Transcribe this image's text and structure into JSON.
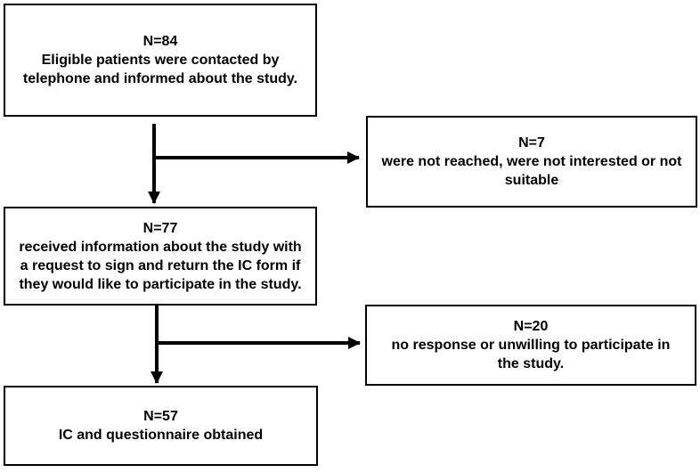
{
  "diagram": {
    "type": "flowchart",
    "colors": {
      "background": "#ffffff",
      "box_border": "#000000",
      "arrow": "#000000",
      "text": "#000000"
    },
    "nodes": {
      "contacted": {
        "n": "N=84",
        "text": "Eligible patients were contacted by\ntelephone and informed about the study."
      },
      "not_reached": {
        "n": "N=7",
        "text": "were not reached, were not interested or not\nsuitable"
      },
      "received": {
        "n": "N=77",
        "text": "received information about the study with\na request to sign and return the IC form if\nthey would like to participate in the study."
      },
      "no_response": {
        "n": "N=20",
        "text": "no response or unwilling to participate in\nthe study."
      },
      "obtained": {
        "n": "N=57",
        "text": "IC and questionnaire obtained"
      }
    },
    "edges": [
      {
        "from": "contacted",
        "to": "received",
        "direction": "down"
      },
      {
        "from": "contacted",
        "to": "not_reached",
        "direction": "right"
      },
      {
        "from": "received",
        "to": "obtained",
        "direction": "down"
      },
      {
        "from": "received",
        "to": "no_response",
        "direction": "right"
      }
    ]
  }
}
